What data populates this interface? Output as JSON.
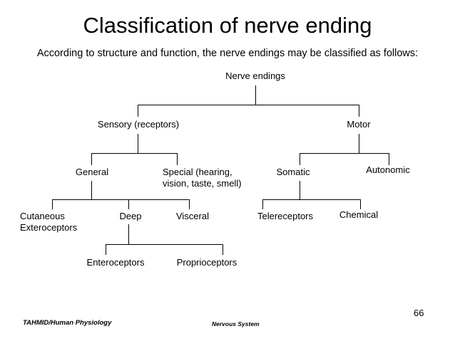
{
  "slide": {
    "title": "Classification of nerve ending",
    "subtitle": "According to structure and function, the nerve endings may be classified as follows:",
    "line_color": "#000000",
    "text_color": "#000000",
    "background": "#ffffff"
  },
  "tree": {
    "root": {
      "label": "Nerve endings"
    },
    "tier2": [
      {
        "label": "Sensory (receptors)"
      },
      {
        "label": "Motor"
      }
    ],
    "tier3_sensory": [
      {
        "label": "General"
      },
      {
        "label": "Special (hearing,\nvision, taste, smell)"
      }
    ],
    "tier3_motor": [
      {
        "label": "Somatic"
      },
      {
        "label": "Autonomic"
      }
    ],
    "tier4_general": [
      {
        "label": "Cutaneous\nExteroceptors"
      },
      {
        "label": "Deep"
      },
      {
        "label": "Visceral"
      }
    ],
    "tier4_somatic": [
      {
        "label": "Telereceptors"
      },
      {
        "label": "Chemical"
      }
    ],
    "tier5_deep": [
      {
        "label": "Enteroceptors"
      },
      {
        "label": "Proprioceptors"
      }
    ]
  },
  "footer": {
    "left": "TAHMID/Human Physiology",
    "center": "Nervous System",
    "page": "66"
  }
}
